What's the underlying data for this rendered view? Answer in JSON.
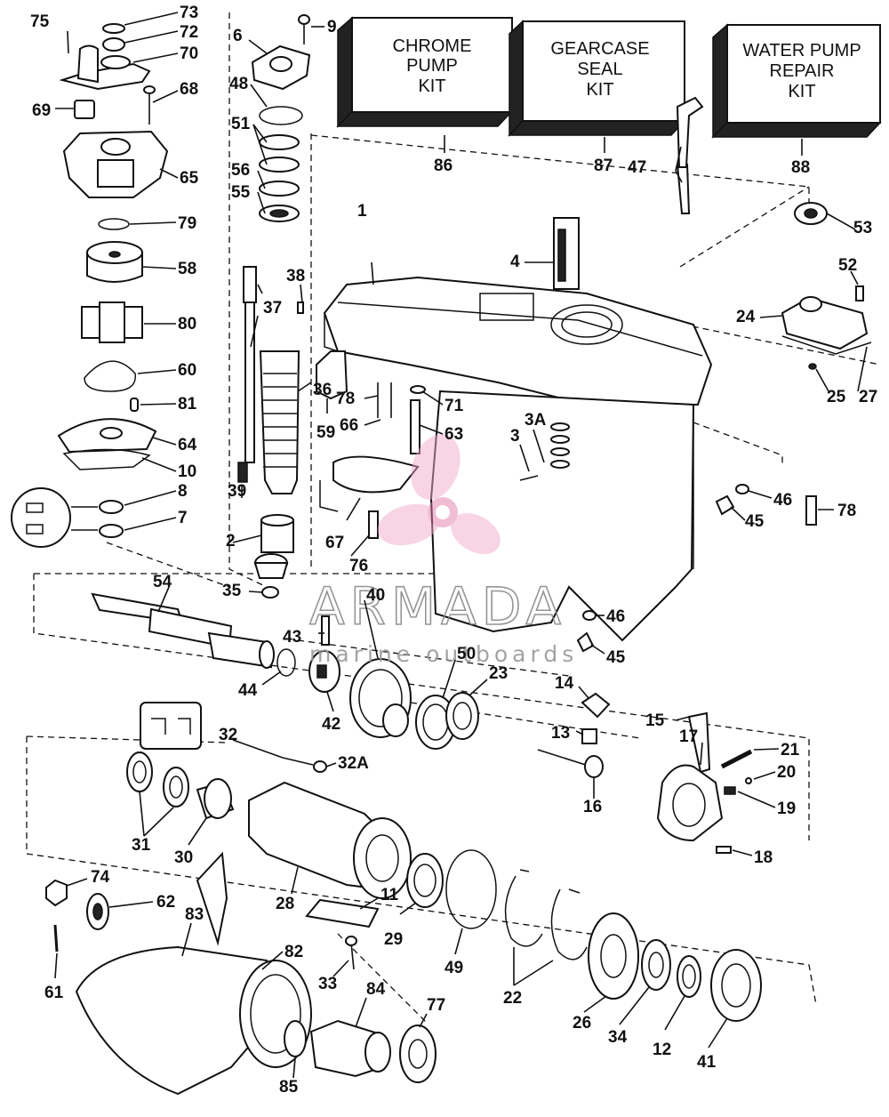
{
  "kits": [
    {
      "id": "86",
      "lines": [
        "CHROME",
        "PUMP",
        "KIT"
      ]
    },
    {
      "id": "87",
      "lines": [
        "GEARCASE",
        "SEAL",
        "KIT"
      ]
    },
    {
      "id": "88",
      "lines": [
        "WATER PUMP",
        "REPAIR",
        "KIT"
      ]
    }
  ],
  "watermark": {
    "brand": "ARMADA",
    "tagline": "marine outboards"
  },
  "labels": {
    "p1": "1",
    "p2": "2",
    "p3": "3",
    "p3a": "3A",
    "p4": "4",
    "p6": "6",
    "p7": "7",
    "p8": "8",
    "p9": "9",
    "p10": "10",
    "p11": "11",
    "p12": "12",
    "p13": "13",
    "p14": "14",
    "p15": "15",
    "p16": "16",
    "p17": "17",
    "p18": "18",
    "p19": "19",
    "p20": "20",
    "p21": "21",
    "p22": "22",
    "p23": "23",
    "p24": "24",
    "p25": "25",
    "p26": "26",
    "p27": "27",
    "p28": "28",
    "p29": "29",
    "p30": "30",
    "p31": "31",
    "p32": "32",
    "p32a": "32A",
    "p33": "33",
    "p34": "34",
    "p35": "35",
    "p36": "36",
    "p37": "37",
    "p38": "38",
    "p39": "39",
    "p40": "40",
    "p41": "41",
    "p42": "42",
    "p43": "43",
    "p44": "44",
    "p45a": "45",
    "p45b": "45",
    "p46a": "46",
    "p46b": "46",
    "p47": "47",
    "p48": "48",
    "p49": "49",
    "p50": "50",
    "p51": "51",
    "p52": "52",
    "p53": "53",
    "p54": "54",
    "p55": "55",
    "p56": "56",
    "p58": "58",
    "p59": "59",
    "p60": "60",
    "p61": "61",
    "p62": "62",
    "p63": "63",
    "p64": "64",
    "p65": "65",
    "p66": "66",
    "p67": "67",
    "p68": "68",
    "p69": "69",
    "p70": "70",
    "p71": "71",
    "p72": "72",
    "p73": "73",
    "p74": "74",
    "p75": "75",
    "p76": "76",
    "p77": "77",
    "p78a": "78",
    "p78b": "78",
    "p79": "79",
    "p80": "80",
    "p81": "81",
    "p82": "82",
    "p83": "83",
    "p84": "84",
    "p85": "85",
    "p86": "86",
    "p87": "87",
    "p88": "88"
  }
}
